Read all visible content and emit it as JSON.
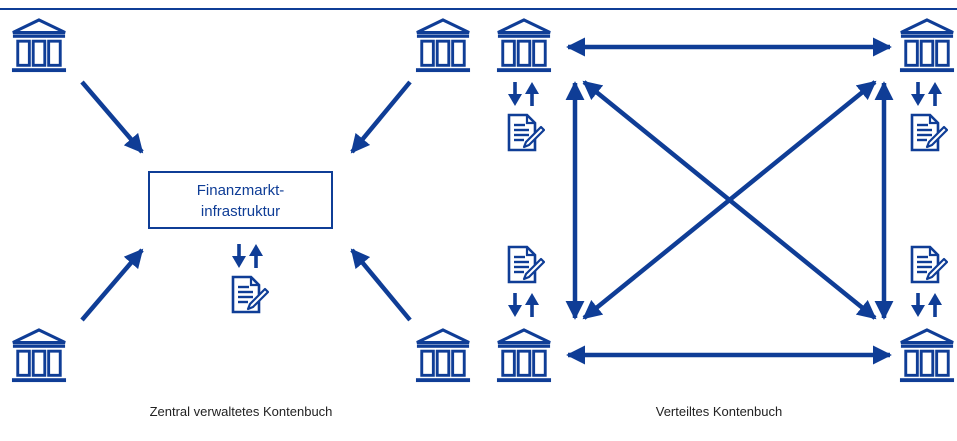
{
  "colors": {
    "primary": "#0f3d96",
    "text": "#222222",
    "background": "#ffffff"
  },
  "central": {
    "box_label_line1": "Finanzmarkt-",
    "box_label_line2": "infrastruktur",
    "caption": "Zentral verwaltetes Kontenbuch",
    "banks": [
      "bank-icon",
      "bank-icon",
      "bank-icon",
      "bank-icon"
    ]
  },
  "distributed": {
    "caption": "Verteiltes Kontenbuch",
    "banks": [
      "bank-icon",
      "bank-icon",
      "bank-icon",
      "bank-icon"
    ],
    "ledgers": [
      "document-edit-icon",
      "document-edit-icon",
      "document-edit-icon",
      "document-edit-icon"
    ]
  }
}
